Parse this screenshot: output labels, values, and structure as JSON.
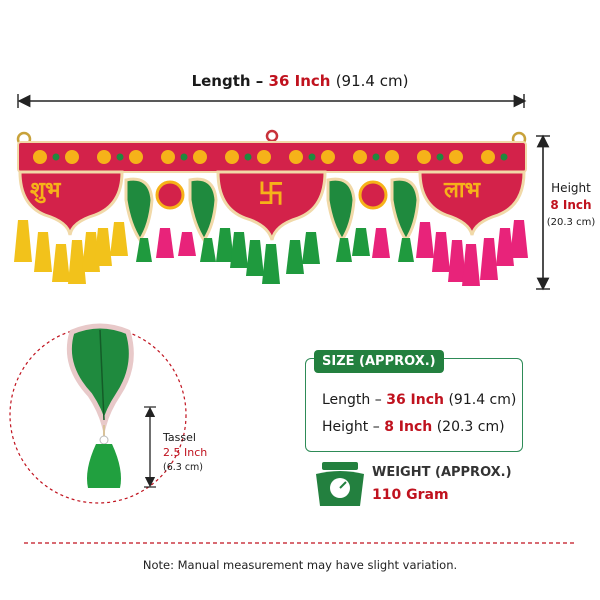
{
  "length": {
    "label": "Length",
    "dash": "–",
    "value": "36 Inch",
    "alt": "(91.4 cm)"
  },
  "height": {
    "label": "Height",
    "value": "8 Inch",
    "alt": "(20.3 cm)"
  },
  "toran": {
    "left_text": "शुभ",
    "right_text": "लाभ",
    "center_symbol": "卐"
  },
  "tassel": {
    "label": "Tassel",
    "value": "2.5 Inch",
    "alt": "(6.3 cm)"
  },
  "size": {
    "badge": "SIZE (APPROX.)",
    "length_label": "Length –",
    "length_value": "36 Inch",
    "length_alt": "(91.4 cm)",
    "height_label": "Height –",
    "height_value": "8 Inch",
    "height_alt": "(20.3 cm)"
  },
  "weight": {
    "title": "WEIGHT (APPROX.)",
    "value": "110 Gram",
    "icon": "weighing-scale-icon"
  },
  "note": "Note: Manual measurement may have slight variation.",
  "colors": {
    "accent_red": "#c0121e",
    "accent_green": "#23803f",
    "tassel_yellow": "#f2c21b",
    "tassel_pink": "#e8237a"
  }
}
